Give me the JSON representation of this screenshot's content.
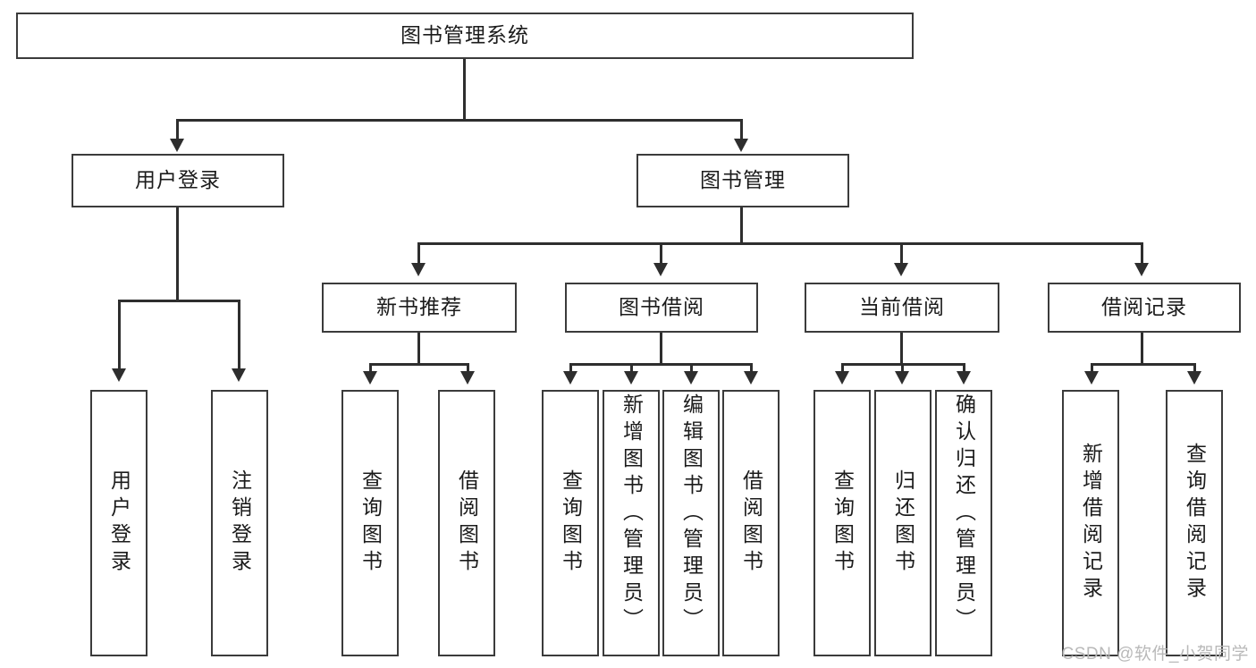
{
  "diagram": {
    "title": "图书管理系统",
    "watermark": "CSDN @软件_小贺同学",
    "levels": {
      "root": "图书管理系统",
      "level2": [
        "用户登录",
        "图书管理"
      ],
      "level3": [
        "新书推荐",
        "图书借阅",
        "当前借阅",
        "借阅记录"
      ]
    },
    "nodes": {
      "root": "图书管理系统",
      "user_login": "用户登录",
      "book_manage": "图书管理",
      "new_book_rec": "新书推荐",
      "book_borrow": "图书借阅",
      "current_borrow": "当前借阅",
      "borrow_record": "借阅记录",
      "leaf_user_login": "用户登录",
      "leaf_logout": "注销登录",
      "leaf_query_book_1": "查询图书",
      "leaf_borrow_book_1": "借阅图书",
      "leaf_query_book_2": "查询图书",
      "leaf_add_book_admin": "新增图书（管理员）",
      "leaf_edit_book_admin": "编辑图书（管理员）",
      "leaf_borrow_book_2": "借阅图书",
      "leaf_query_book_3": "查询图书",
      "leaf_return_book": "归还图书",
      "leaf_confirm_return_admin": "确认归还（管理员）",
      "leaf_add_record": "新增借阅记录",
      "leaf_query_record": "查询借阅记录"
    },
    "colors": {
      "box_border": "#3b3b3b",
      "connector": "#2e2e2e",
      "background": "#ffffff",
      "text": "#1b1b1b",
      "watermark": "#b9b9b9"
    }
  },
  "chart_data": {
    "type": "table",
    "title": "图书管理系统 功能结构图",
    "tree": {
      "label": "图书管理系统",
      "children": [
        {
          "label": "用户登录",
          "children": [
            {
              "label": "用户登录",
              "children": []
            },
            {
              "label": "注销登录",
              "children": []
            }
          ]
        },
        {
          "label": "图书管理",
          "children": [
            {
              "label": "新书推荐",
              "children": [
                {
                  "label": "查询图书",
                  "children": []
                },
                {
                  "label": "借阅图书",
                  "children": []
                }
              ]
            },
            {
              "label": "图书借阅",
              "children": [
                {
                  "label": "查询图书",
                  "children": []
                },
                {
                  "label": "新增图书（管理员）",
                  "children": []
                },
                {
                  "label": "编辑图书（管理员）",
                  "children": []
                },
                {
                  "label": "借阅图书",
                  "children": []
                }
              ]
            },
            {
              "label": "当前借阅",
              "children": [
                {
                  "label": "查询图书",
                  "children": []
                },
                {
                  "label": "归还图书",
                  "children": []
                },
                {
                  "label": "确认归还（管理员）",
                  "children": []
                }
              ]
            },
            {
              "label": "借阅记录",
              "children": [
                {
                  "label": "新增借阅记录",
                  "children": []
                },
                {
                  "label": "查询借阅记录",
                  "children": []
                }
              ]
            }
          ]
        }
      ]
    }
  }
}
